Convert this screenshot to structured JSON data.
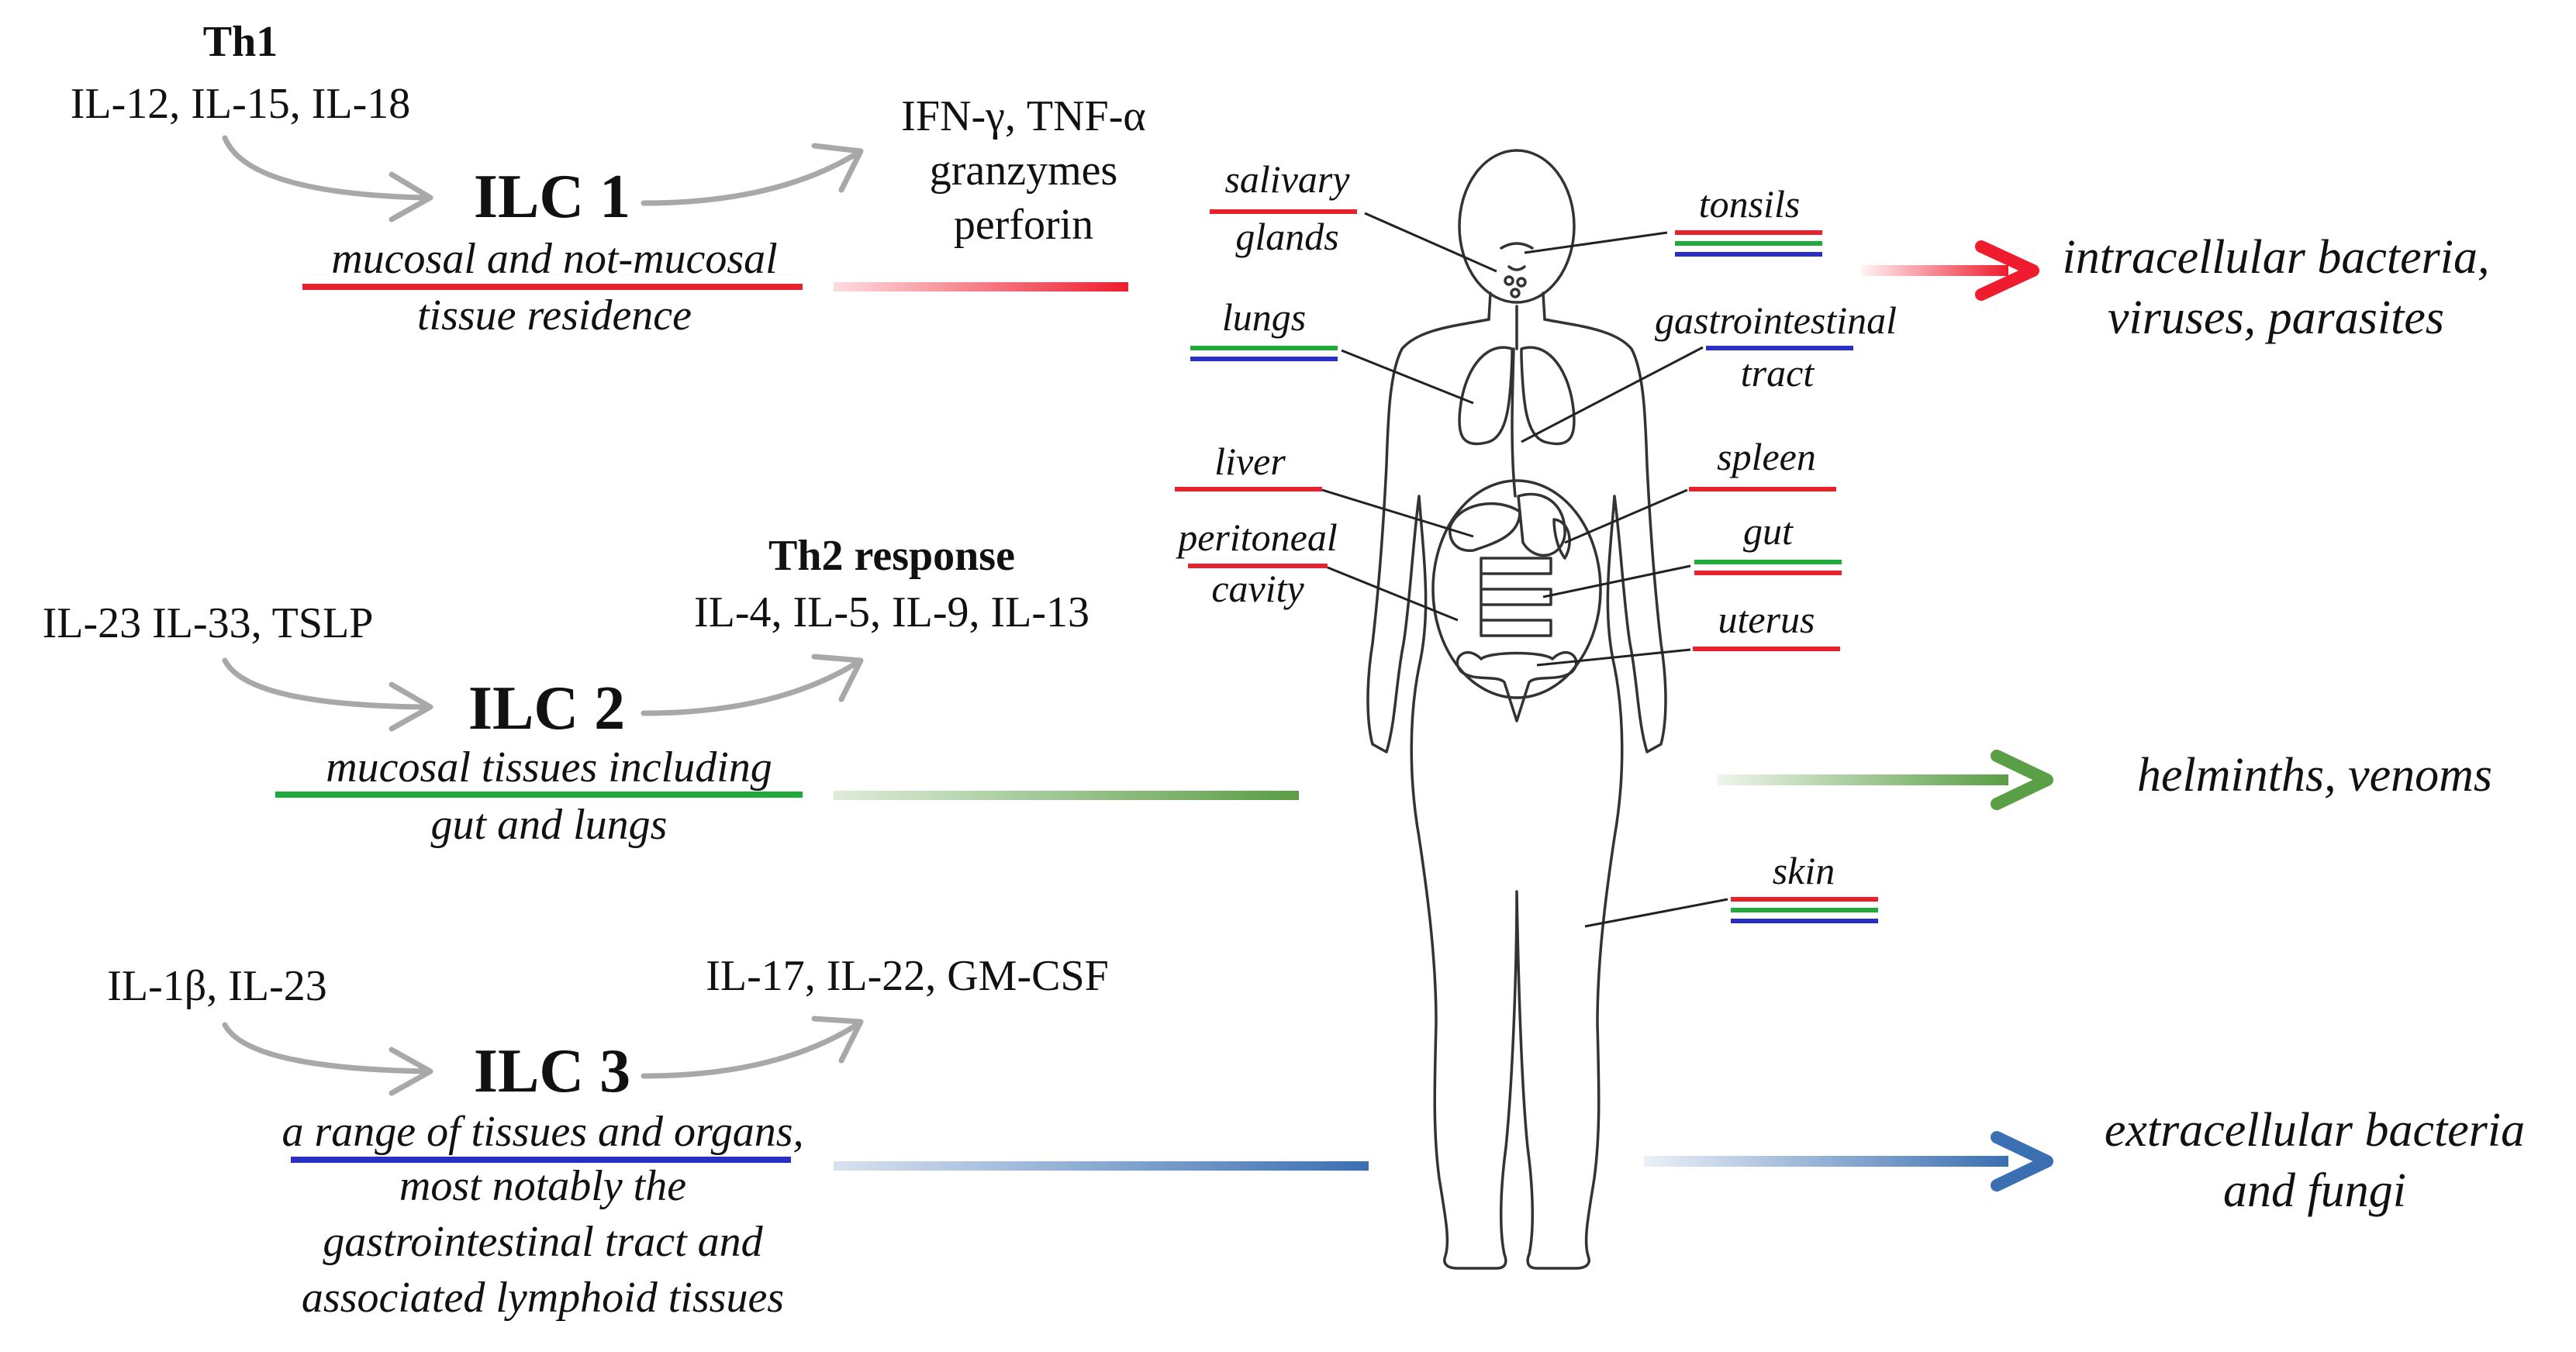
{
  "colors": {
    "ilc1": "#e8212e",
    "ilc2": "#1faa3a",
    "ilc3": "#2a2fc4",
    "ilc1_arrow": "#ee1c2e",
    "ilc2_arrow": "#5a9e45",
    "ilc3_arrow": "#3a6fb2",
    "flow_arrow": "#a8a8a8",
    "body_outline": "#333333"
  },
  "ilc1": {
    "helper": "Th1",
    "inducers": "IL-12, IL-15, IL-18",
    "name": "ILC 1",
    "effectors": [
      "IFN-γ, TNF-α",
      "granzymes",
      "perforin"
    ],
    "residence": [
      "mucosal and not-mucosal",
      "tissue residence"
    ],
    "targets": [
      "intracellular bacteria,",
      "viruses, parasites"
    ]
  },
  "ilc2": {
    "inducers": "IL-23 IL-33, TSLP",
    "name": "ILC 2",
    "response_title": "Th2 response",
    "effectors": [
      "IL-4, IL-5, IL-9, IL-13"
    ],
    "residence": [
      "mucosal tissues including",
      "gut and lungs"
    ],
    "targets": [
      "helminths, venoms"
    ]
  },
  "ilc3": {
    "inducers": "IL-1β, IL-23",
    "name": "ILC 3",
    "effectors": [
      "IL-17, IL-22, GM-CSF"
    ],
    "residence": [
      "a range of tissues and organs,",
      "most notably the",
      "gastrointestinal tract and",
      "associated lymphoid tissues"
    ],
    "targets": [
      "extracellular bacteria",
      "and fungi"
    ]
  },
  "organs": {
    "salivary_glands": {
      "lines": [
        "salivary",
        "glands"
      ],
      "ilc": [
        "ilc1"
      ]
    },
    "tonsils": {
      "lines": [
        "tonsils"
      ],
      "ilc": [
        "ilc1",
        "ilc2",
        "ilc3"
      ]
    },
    "lungs": {
      "lines": [
        "lungs"
      ],
      "ilc": [
        "ilc2",
        "ilc3"
      ]
    },
    "gastrointestinal_tract": {
      "lines": [
        "gastrointestinal",
        "tract"
      ],
      "ilc": [
        "ilc3"
      ]
    },
    "liver": {
      "lines": [
        "liver"
      ],
      "ilc": [
        "ilc1"
      ]
    },
    "spleen": {
      "lines": [
        "spleen"
      ],
      "ilc": [
        "ilc1"
      ]
    },
    "peritoneal_cavity": {
      "lines": [
        "peritoneal",
        "cavity"
      ],
      "ilc": [
        "ilc1"
      ]
    },
    "gut": {
      "lines": [
        "gut"
      ],
      "ilc": [
        "ilc2",
        "ilc1"
      ]
    },
    "uterus": {
      "lines": [
        "uterus"
      ],
      "ilc": [
        "ilc1"
      ]
    },
    "skin": {
      "lines": [
        "skin"
      ],
      "ilc": [
        "ilc1",
        "ilc2",
        "ilc3"
      ]
    }
  }
}
